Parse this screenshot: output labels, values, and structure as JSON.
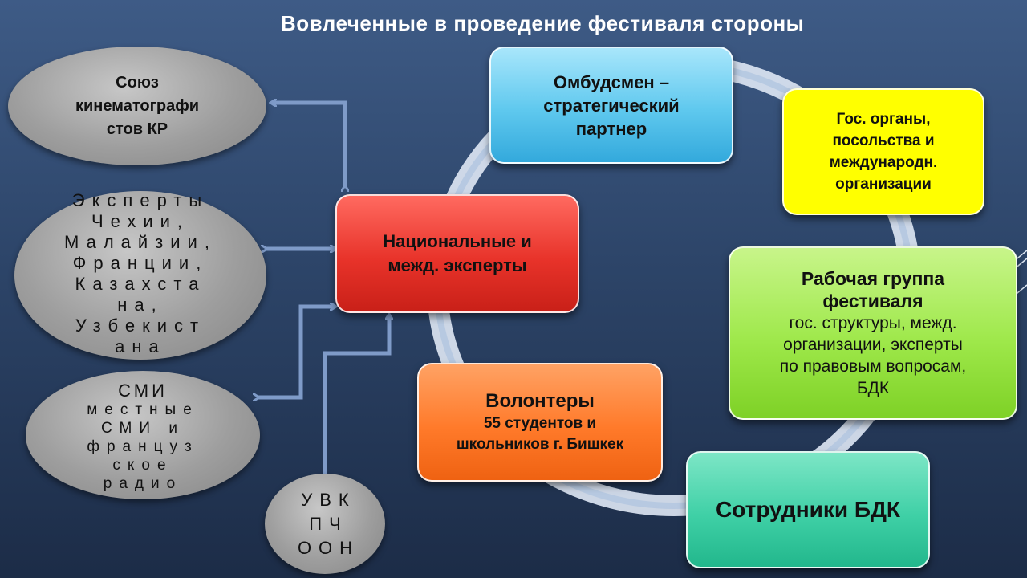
{
  "slide": {
    "title": "Вовлеченные в проведение фестиваля  стороны"
  },
  "left_nodes": {
    "union": {
      "lines": [
        "Союз",
        "кинематографи",
        "стов КР"
      ]
    },
    "experts": {
      "lines": [
        "Эксперты",
        "Чехии,",
        "Малайзии,",
        "Франции,",
        "Казахста",
        "на,",
        "Узбекист",
        "ана"
      ]
    },
    "media": {
      "title": "СМИ",
      "lines": [
        "местные",
        "СМИ и",
        "француз",
        "ское",
        "радио"
      ]
    },
    "uvk": {
      "lines": [
        "УВК",
        "ПЧ",
        "ООН"
      ]
    }
  },
  "center_node": {
    "lines": [
      "Национальные и",
      "межд. эксперты"
    ]
  },
  "ring_nodes": {
    "ombudsman": {
      "lines": [
        "Омбудсмен –",
        "стратегический",
        "партнер"
      ]
    },
    "gov": {
      "lines": [
        "Гос. органы,",
        "посольства и",
        "международн.",
        "организации"
      ]
    },
    "working_group": {
      "title_lines": [
        "Рабочая группа",
        "фестиваля"
      ],
      "lines": [
        "гос. структуры, межд.",
        "организации, эксперты",
        "по правовым вопросам,",
        "БДК"
      ]
    },
    "volunteers": {
      "title": "Волонтеры",
      "lines": [
        "55 студентов и",
        "школьников г. Бишкек"
      ]
    },
    "bdk_staff": {
      "label": "Сотрудники БДК"
    }
  },
  "colors": {
    "arrow": "#7f9bc8",
    "ring": "#dfe8f5",
    "ombudsman": "#5ec8ee",
    "gov": "#ffff00",
    "working_group": "#9ee84a",
    "volunteers": "#ff7a2a",
    "bdk_staff": "#3fd0a6",
    "center": "#e8332a"
  }
}
